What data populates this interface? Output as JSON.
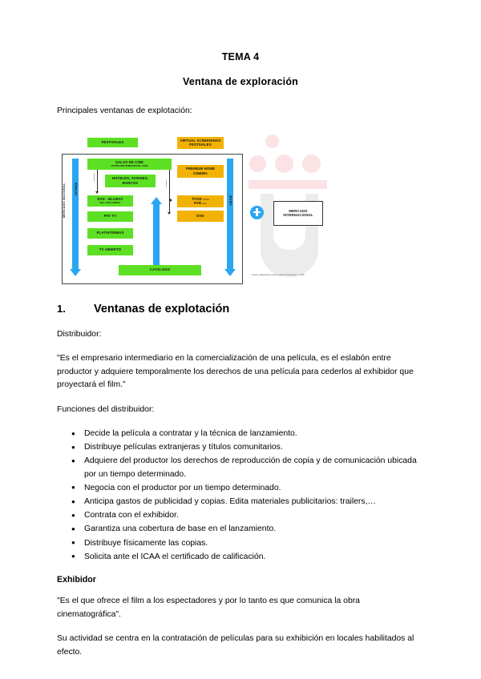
{
  "document": {
    "title": "TEMA 4",
    "subtitle": "Ventana de exploración",
    "intro": "Principales ventanas de explotación:"
  },
  "diagram": {
    "name": "ventanas-de-explotacion-diagram",
    "national_market_label": "MERCADO NACIONAL",
    "left_arrow_label": "OPTIMIZE",
    "right_arrow_label": "ONLINE",
    "colors": {
      "green": "#5DE024",
      "orange": "#F2B203",
      "blue": "#2BA6F0",
      "frame": "#444444"
    },
    "boxes": {
      "festivales": "FESTIVALES",
      "virtual_screenings": "VIRTUAL SCREENINGS",
      "virtual_screenings_sub": "FESTIVALES",
      "salas_de_cine": "SALAS DE CINE",
      "salas_de_cine_sub": "CUATRO, MULTICINES DIGITAL, VOSE",
      "hoteles": "HOTELES, AVIONES,",
      "hoteles_sub": "BARCOS",
      "premium_home": "PREMIUM HOME",
      "premium_home_sub": "CINEMA",
      "dvd_bluray": "DVD - BLURAY",
      "dvd_bluray_sub": "SELL-THRU / RENTAL",
      "tvod": "TVOD",
      "tvod_sub": "- SVOD",
      "pvr": "PVR",
      "pvr_sub": "- EST",
      "dvd": "DVD",
      "pay_tv": "PAY TV",
      "plataformas": "PLATAFORMAS",
      "tv_abierto": "TV ABIERTO",
      "catalogo": "CATÁLOGO",
      "mercado_internacional_line1": "MERCADO",
      "mercado_internacional_line2": "INTERNACIONAL"
    },
    "connector_labels": {
      "cine_to_dvd": "4-6 MESES",
      "cine_to_tvod": "3-4 MESES"
    },
    "plus_symbol": "+",
    "source_note": "Fuente: elaboración propia a partir de Fotonova, F., 2015"
  },
  "section1": {
    "number": "1.",
    "heading": "Ventanas de explotación",
    "distributor_label": "Distribuidor:",
    "distributor_quote": "\"Es el empresario intermediario en la comercialización de una película, es el eslabón entre productor y adquiere temporalmente los derechos de una película para cederlos al exhibidor que proyectará el film.\"",
    "functions_label": "Funciones del distribuidor:",
    "functions": [
      "Decide la película a contratar y la técnica de lanzamiento.",
      "Distribuye películas extranjeras y títulos comunitarios.",
      "Adquiere del productor los derechos de reproducción de copia y de comunicación ubicada por un tiempo determinado.",
      "Negocia con el productor por un tiempo determinado.",
      "Anticipa gastos de publicidad y copias. Edita materiales publicitarios: trailers,…",
      "Contrata con el exhibidor.",
      "Garantiza una cobertura de base en el lanzamiento.",
      "Distribuye físicamente las copias.",
      "Solicita ante el ICAA el certificado de calificación."
    ]
  },
  "section_exhibidor": {
    "heading": "Exhibidor",
    "quote": "\"Es el que ofrece el film a los espectadores y por lo tanto es que comunica la obra cinematográfica\".",
    "paragraph": "Su actividad se centra en la contratación de películas para su exhibición en locales habilitados al efecto."
  }
}
